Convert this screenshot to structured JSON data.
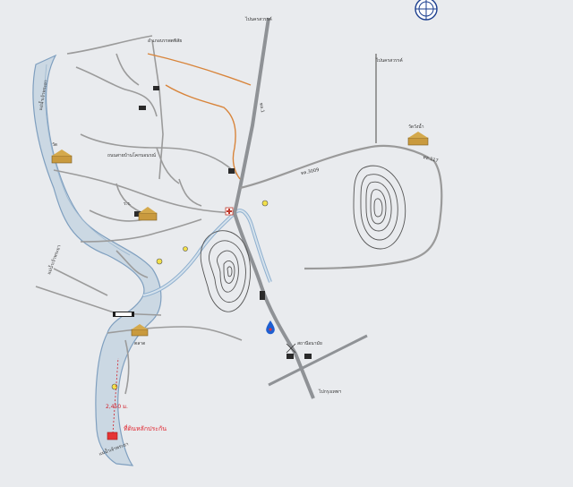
{
  "labels": {
    "north_top": "ไปนครสวรรค์",
    "north_right": "ไปนครสวรรค์",
    "district": "อำเภอบรรพตพิสัย",
    "river_upper": "แม่น้ำเจ้าพระยา",
    "river_mid": "แม่น้ำเจ้าพระยา",
    "river_low": "แม่น้ำเจ้าพระยา",
    "distance": "2,450 ม.",
    "property": "ที่ดินหลักประกัน",
    "highway_1": "ทล.3009",
    "highway_2": "ทล.117",
    "highway_3": "ทล.1",
    "temple_left": "วัด",
    "temple_right": "วัดวังน้ำ",
    "school": "ร.ร.",
    "office": "สถานีอนามัย",
    "market": "ตลาด",
    "road_junction": "ถนนสายบ้านโคกบอนรณ์",
    "bottom_road": "ไปกรุงเทพฯ"
  },
  "colors": {
    "main_road": "#8f9296",
    "local_road": "#9b9b9b",
    "river": "#8fb0cf",
    "river_fill": "#c9d9e6",
    "orange_road": "#d8843a",
    "property": "#e53434",
    "gas_station": "#1f5fd0"
  },
  "icons": [
    "compass-icon",
    "temple-icon",
    "gas-station-icon",
    "property-marker-icon",
    "bridge-icon",
    "hospital-icon"
  ]
}
